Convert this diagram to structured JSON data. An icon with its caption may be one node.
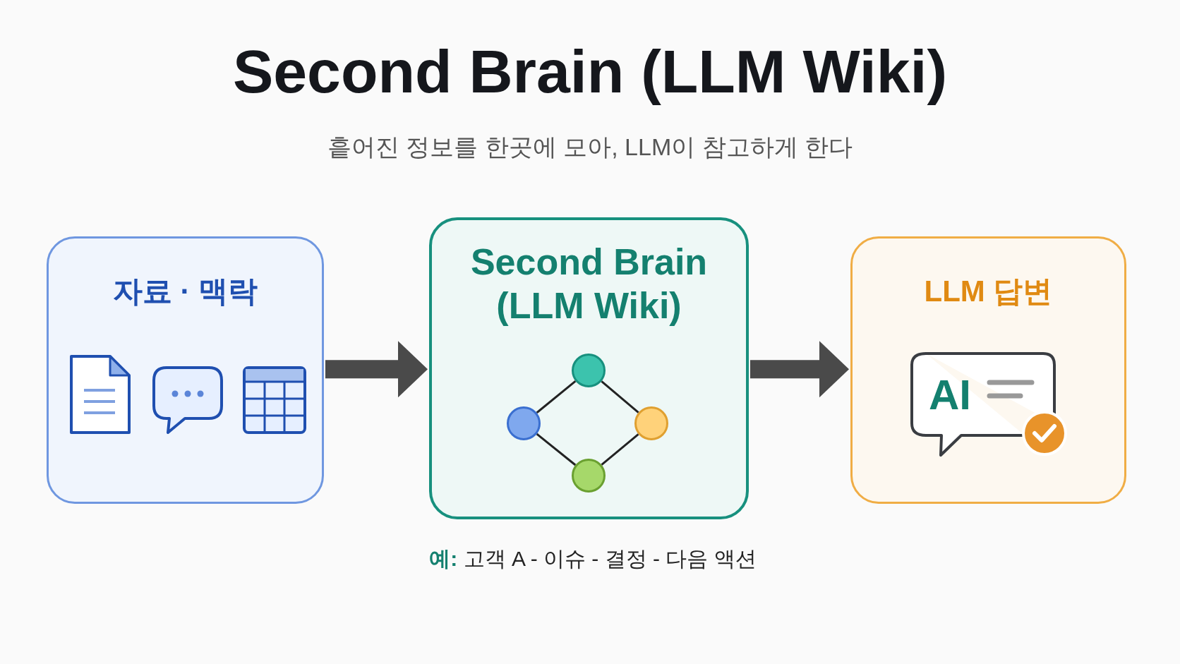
{
  "diagram": {
    "title": "Second Brain (LLM Wiki)",
    "caption": "흩어진 정보를 한곳에 모아, LLM이 참고하게 한다",
    "nodes": [
      {
        "text": [
          "자료 · 맥락"
        ]
      },
      {
        "text": [
          "Second Brain (LLM Wiki)"
        ],
        "beside": [
          "**예:** 고객 A - 이슈 - 결정 - 다음 액션"
        ]
      },
      {
        "text": [
          "LLM 답변"
        ]
      },
      {
        "text": [],
        "shape": "circle",
        "in": 1
      },
      {
        "text": [],
        "shape": "circle",
        "in": 1
      },
      {
        "text": [],
        "shape": "circle",
        "in": 1
      },
      {
        "text": [],
        "shape": "circle",
        "in": 1
      }
    ],
    "edges": [
      {
        "from": 0,
        "to": 1,
        "arrow": "to",
        "style": "thick"
      },
      {
        "from": 1,
        "to": 2,
        "arrow": "to",
        "style": "thick"
      },
      {
        "from": 3,
        "to": 4,
        "arrow": "none"
      },
      {
        "from": 3,
        "to": 5,
        "arrow": "none"
      },
      {
        "from": 4,
        "to": 6,
        "arrow": "none"
      },
      {
        "from": 5,
        "to": 6,
        "arrow": "none"
      }
    ],
    "labels": [
      "AI"
    ]
  }
}
